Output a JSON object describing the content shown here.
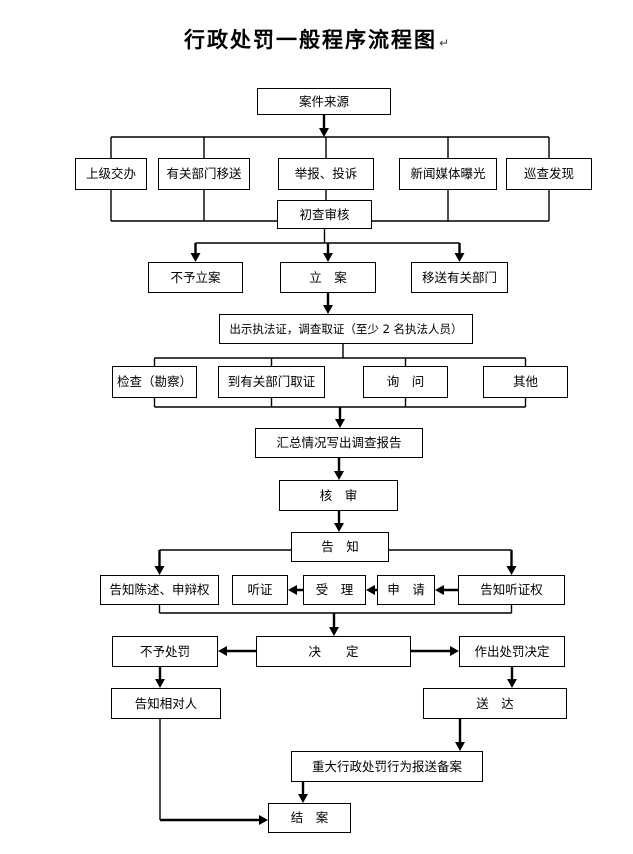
{
  "title": {
    "text": "行政处罚一般程序流程图",
    "mark": "↵"
  },
  "colors": {
    "line": "#000000",
    "background": "#ffffff",
    "text": "#000000"
  },
  "nodes": {
    "case_source": "案件来源",
    "superior_assign": "上级交办",
    "dept_transfer": "有关部门移送",
    "report_complaint": "举报、投诉",
    "media_exposure": "新闻媒体曝光",
    "patrol_discovery": "巡查发现",
    "preliminary_review": "初查审核",
    "no_filing": "不予立案",
    "filing": "立　案",
    "transfer_dept": "移送有关部门",
    "show_credentials": "出示执法证，调查取证（至少 2 名执法人员）",
    "inspection": "检查（勘察）",
    "dept_evidence": "到有关部门取证",
    "inquiry": "询　问",
    "other": "其他",
    "summary_report": "汇总情况写出调查报告",
    "verify_review": "核　审",
    "notify": "告　知",
    "notify_statement_right": "告知陈述、申辩权",
    "hearing": "听证",
    "accept": "受　理",
    "apply": "申　请",
    "notify_hearing_right": "告知听证权",
    "no_punishment": "不予处罚",
    "decision": "决　　定",
    "make_decision": "作出处罚决定",
    "notify_party": "告知相对人",
    "deliver": "送　达",
    "major_record": "重大行政处罚行为报送备案",
    "close_case": "结　案"
  }
}
